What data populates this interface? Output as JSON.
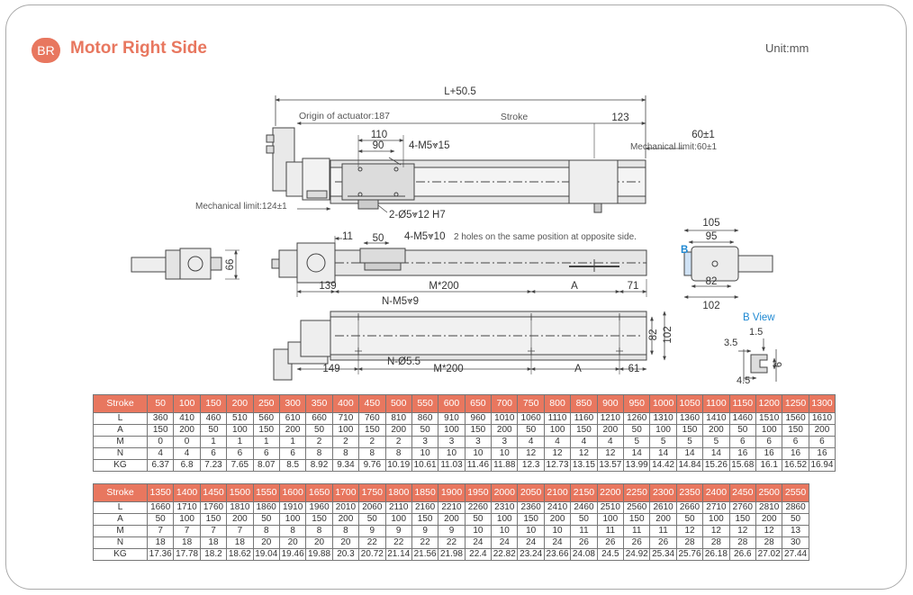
{
  "header": {
    "badge": "BR",
    "title": "Motor Right Side",
    "unit": "Unit:mm"
  },
  "drawing": {
    "labels": {
      "l_total": "L+50.5",
      "origin": "Origin of actuator:187",
      "stroke": "Stroke",
      "d123": "123",
      "d60": "60±1",
      "mech60": "Mechanical limit:60±1",
      "d110": "110",
      "d90": "90",
      "m5_15": "4-M5⩔15",
      "mech124": "Mechanical limit:124±1",
      "dowel": "2-Ø5⩔12 H7",
      "d11": "11",
      "d50": "50",
      "m5_10": "4-M5⩔10",
      "holes_note": "2 holes on the same position at opposite side.",
      "d105": "105",
      "d95": "95",
      "b_letter": "B",
      "d66": "66",
      "d82a": "82",
      "d102a": "102",
      "d139": "139",
      "m200a": "M*200",
      "a1": "A",
      "d71": "71",
      "nm5": "N-M5⩔9",
      "d82b": "82",
      "d102b": "102",
      "b_view": "B View",
      "d15": "1.5",
      "d35": "3.5",
      "d6": "6",
      "d45": "4.5",
      "d149": "149",
      "n55": "N-Ø5.5",
      "m200b": "M*200",
      "a2": "A",
      "d61": "61"
    }
  },
  "colors": {
    "accent": "#e8775f",
    "line": "#444444",
    "body": "#e6e6e6"
  },
  "table1": {
    "header_label": "Stroke",
    "strokes": [
      "50",
      "100",
      "150",
      "200",
      "250",
      "300",
      "350",
      "400",
      "450",
      "500",
      "550",
      "600",
      "650",
      "700",
      "750",
      "800",
      "850",
      "900",
      "950",
      "1000",
      "1050",
      "1100",
      "1150",
      "1200",
      "1250",
      "1300"
    ],
    "rows": [
      {
        "label": "L",
        "values": [
          "360",
          "410",
          "460",
          "510",
          "560",
          "610",
          "660",
          "710",
          "760",
          "810",
          "860",
          "910",
          "960",
          "1010",
          "1060",
          "1110",
          "1160",
          "1210",
          "1260",
          "1310",
          "1360",
          "1410",
          "1460",
          "1510",
          "1560",
          "1610"
        ]
      },
      {
        "label": "A",
        "values": [
          "150",
          "200",
          "50",
          "100",
          "150",
          "200",
          "50",
          "100",
          "150",
          "200",
          "50",
          "100",
          "150",
          "200",
          "50",
          "100",
          "150",
          "200",
          "50",
          "100",
          "150",
          "200",
          "50",
          "100",
          "150",
          "200"
        ]
      },
      {
        "label": "M",
        "values": [
          "0",
          "0",
          "1",
          "1",
          "1",
          "1",
          "2",
          "2",
          "2",
          "2",
          "3",
          "3",
          "3",
          "3",
          "4",
          "4",
          "4",
          "4",
          "5",
          "5",
          "5",
          "5",
          "6",
          "6",
          "6",
          "6"
        ]
      },
      {
        "label": "N",
        "values": [
          "4",
          "4",
          "6",
          "6",
          "6",
          "6",
          "8",
          "8",
          "8",
          "8",
          "10",
          "10",
          "10",
          "10",
          "12",
          "12",
          "12",
          "12",
          "14",
          "14",
          "14",
          "14",
          "16",
          "16",
          "16",
          "16"
        ]
      },
      {
        "label": "KG",
        "values": [
          "6.37",
          "6.8",
          "7.23",
          "7.65",
          "8.07",
          "8.5",
          "8.92",
          "9.34",
          "9.76",
          "10.19",
          "10.61",
          "11.03",
          "11.46",
          "11.88",
          "12.3",
          "12.73",
          "13.15",
          "13.57",
          "13.99",
          "14.42",
          "14.84",
          "15.26",
          "15.68",
          "16.1",
          "16.52",
          "16.94"
        ]
      }
    ]
  },
  "table2": {
    "header_label": "Stroke",
    "strokes": [
      "1350",
      "1400",
      "1450",
      "1500",
      "1550",
      "1600",
      "1650",
      "1700",
      "1750",
      "1800",
      "1850",
      "1900",
      "1950",
      "2000",
      "2050",
      "2100",
      "2150",
      "2200",
      "2250",
      "2300",
      "2350",
      "2400",
      "2450",
      "2500",
      "2550"
    ],
    "rows": [
      {
        "label": "L",
        "values": [
          "1660",
          "1710",
          "1760",
          "1810",
          "1860",
          "1910",
          "1960",
          "2010",
          "2060",
          "2110",
          "2160",
          "2210",
          "2260",
          "2310",
          "2360",
          "2410",
          "2460",
          "2510",
          "2560",
          "2610",
          "2660",
          "2710",
          "2760",
          "2810",
          "2860"
        ]
      },
      {
        "label": "A",
        "values": [
          "50",
          "100",
          "150",
          "200",
          "50",
          "100",
          "150",
          "200",
          "50",
          "100",
          "150",
          "200",
          "50",
          "100",
          "150",
          "200",
          "50",
          "100",
          "150",
          "200",
          "50",
          "100",
          "150",
          "200",
          "50"
        ]
      },
      {
        "label": "M",
        "values": [
          "7",
          "7",
          "7",
          "7",
          "8",
          "8",
          "8",
          "8",
          "9",
          "9",
          "9",
          "9",
          "10",
          "10",
          "10",
          "10",
          "11",
          "11",
          "11",
          "11",
          "12",
          "12",
          "12",
          "12",
          "13"
        ]
      },
      {
        "label": "N",
        "values": [
          "18",
          "18",
          "18",
          "18",
          "20",
          "20",
          "20",
          "20",
          "22",
          "22",
          "22",
          "22",
          "24",
          "24",
          "24",
          "24",
          "26",
          "26",
          "26",
          "26",
          "28",
          "28",
          "28",
          "28",
          "30"
        ]
      },
      {
        "label": "KG",
        "values": [
          "17.36",
          "17.78",
          "18.2",
          "18.62",
          "19.04",
          "19.46",
          "19.88",
          "20.3",
          "20.72",
          "21.14",
          "21.56",
          "21.98",
          "22.4",
          "22.82",
          "23.24",
          "23.66",
          "24.08",
          "24.5",
          "24.92",
          "25.34",
          "25.76",
          "26.18",
          "26.6",
          "27.02",
          "27.44"
        ]
      }
    ]
  }
}
